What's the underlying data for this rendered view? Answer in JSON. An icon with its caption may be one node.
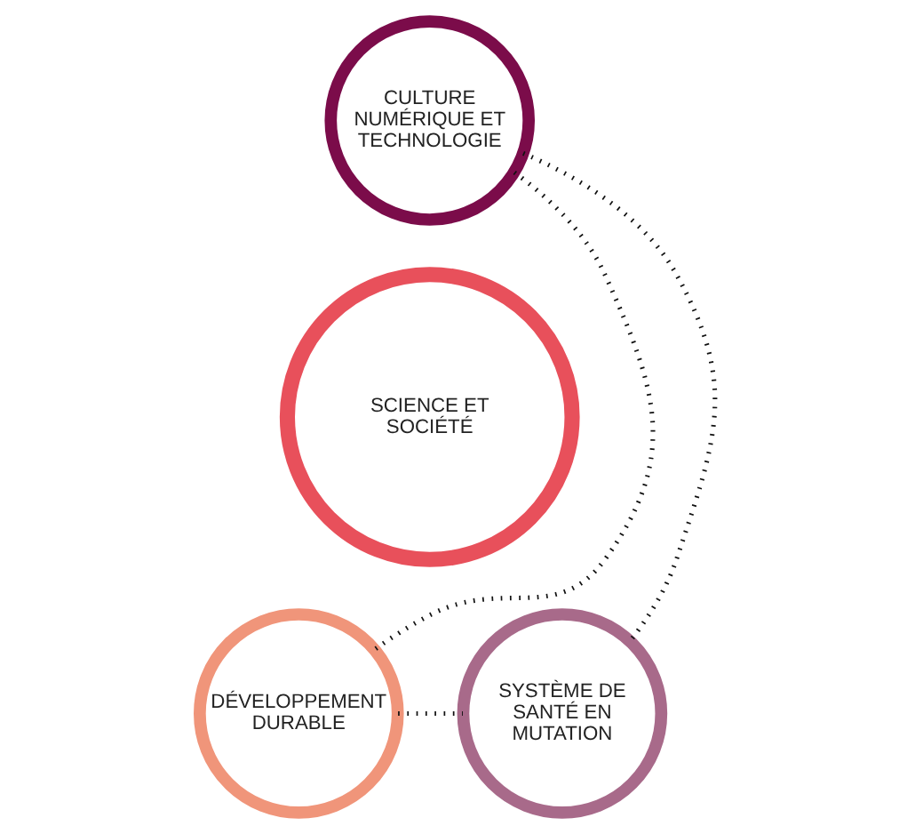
{
  "diagram": {
    "nodes": [
      {
        "text": [
          "SCIENCE ET SOCIÉTÉ"
        ]
      },
      {
        "text": [
          "CULTURE NUMÉRIQUE ET TECHNOLOGIE"
        ]
      },
      {
        "text": [
          "DÉVELOPPEMENT DURABLE"
        ]
      },
      {
        "text": [
          "SYSTÈME DE SANTÉ EN MUTATION"
        ]
      }
    ],
    "edges": [
      {
        "from": 1,
        "to": 2,
        "arrow": "none",
        "style": "dashed"
      },
      {
        "from": 1,
        "to": 3,
        "arrow": "none",
        "style": "dashed"
      },
      {
        "from": 2,
        "to": 3,
        "arrow": "none",
        "style": "dashed"
      }
    ]
  }
}
